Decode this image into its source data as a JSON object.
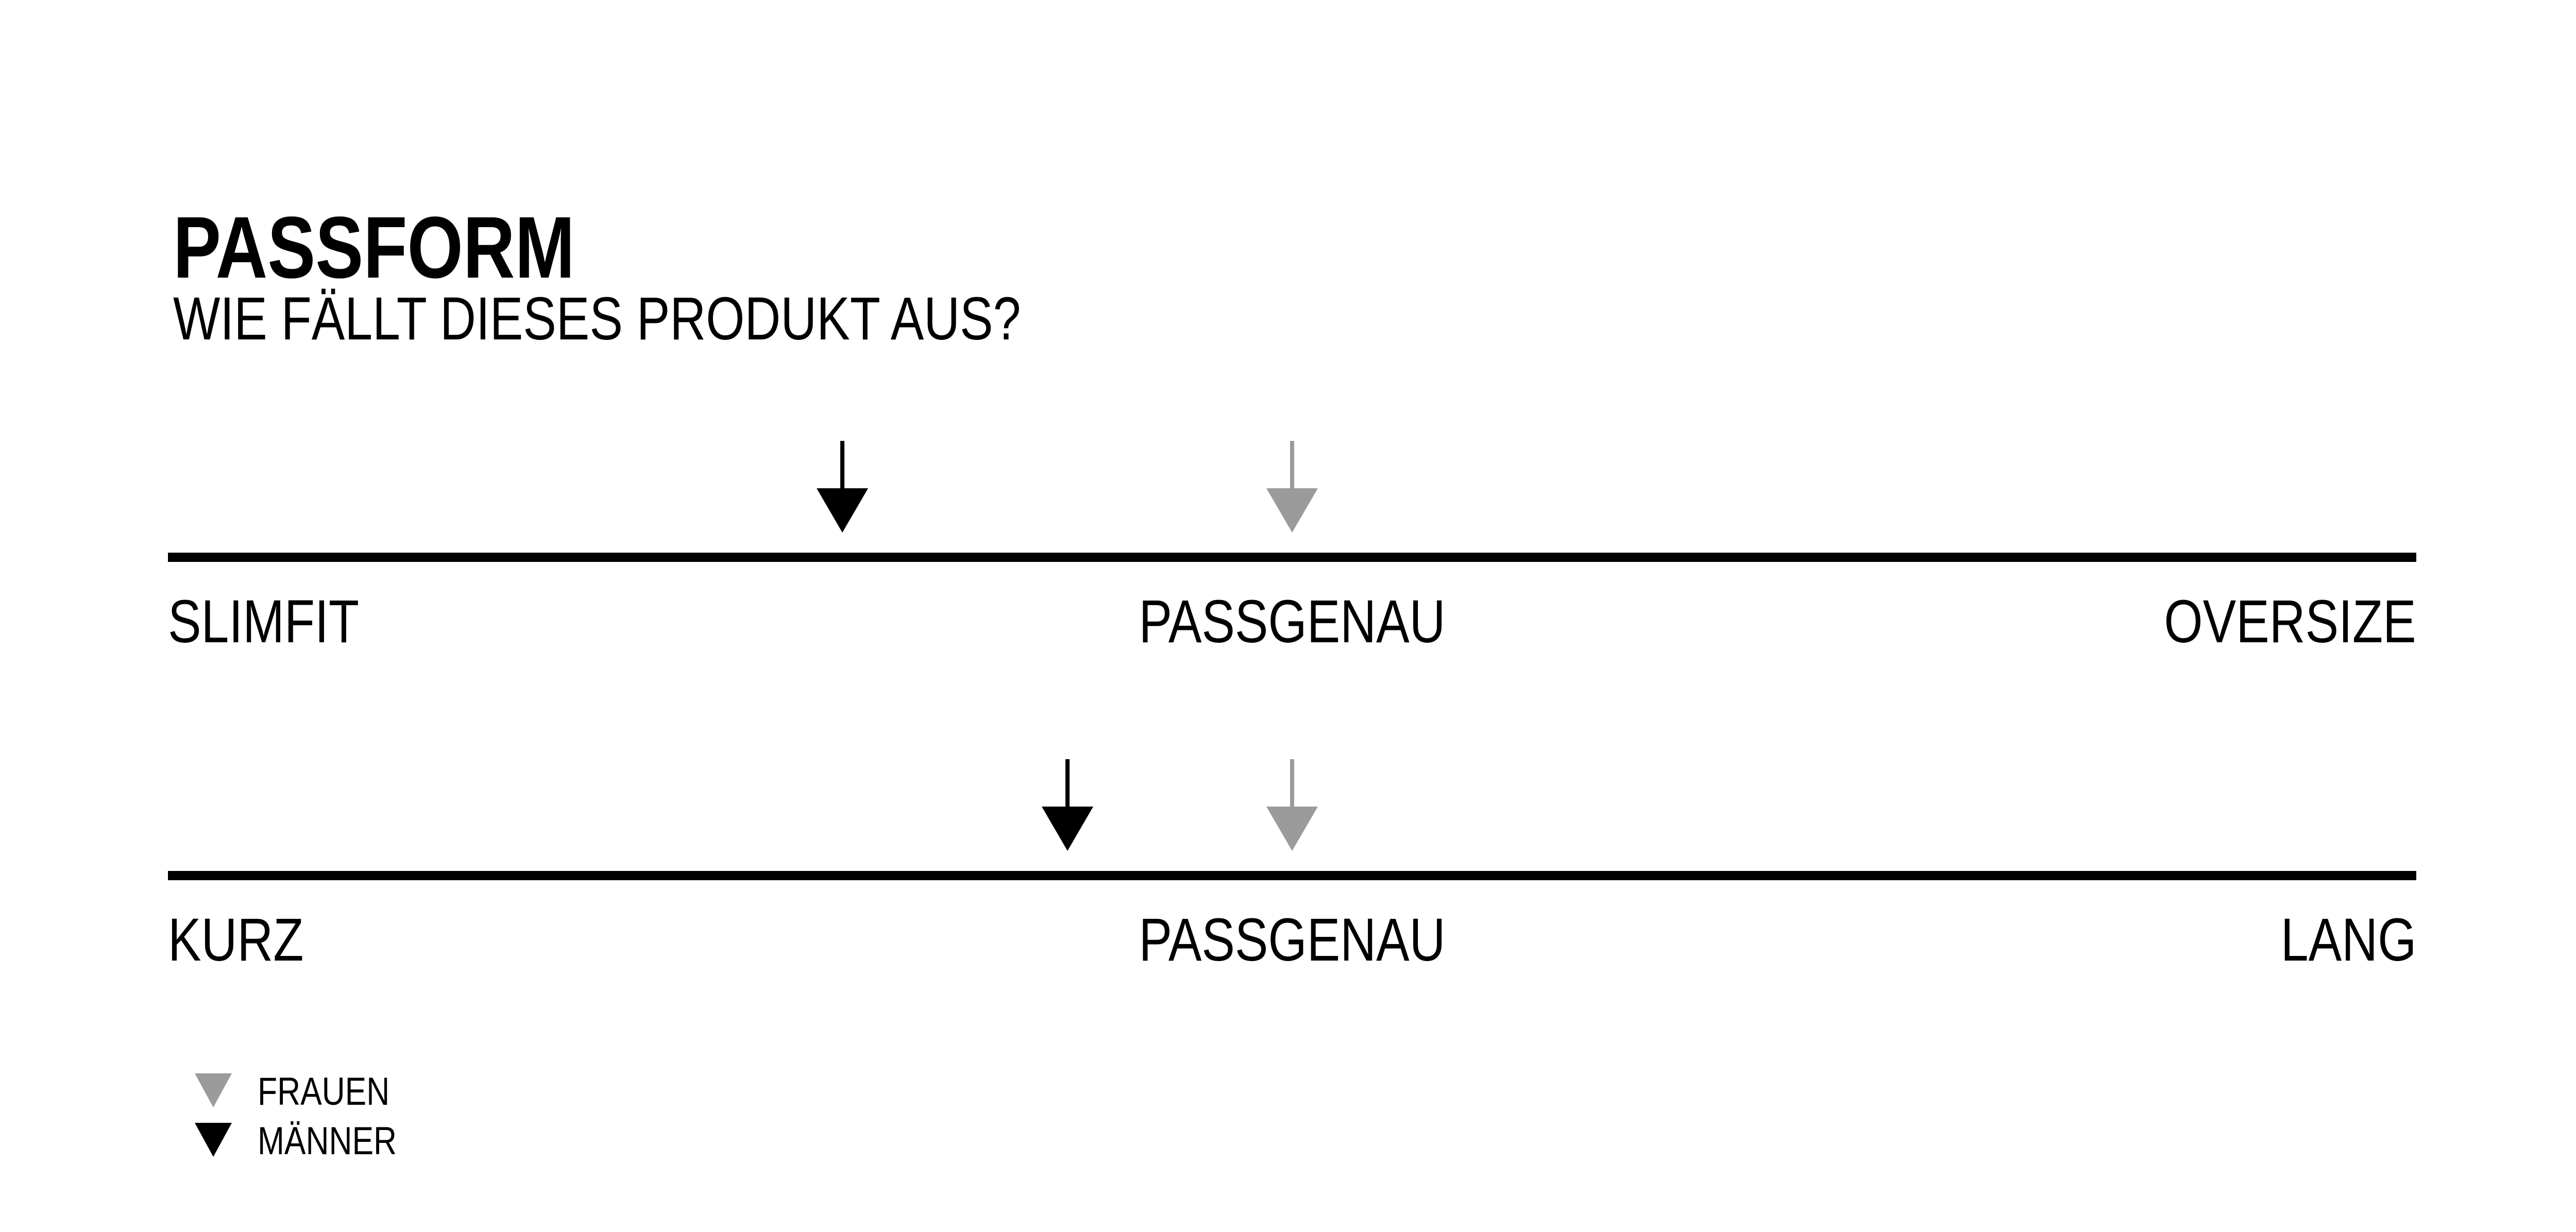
{
  "page": {
    "background": "#ffffff",
    "text_color": "#000000"
  },
  "chart_data": {
    "type": "linear-scale",
    "title": "PASSFORM",
    "subtitle": "WIE FÄLLT DIESES PRODUKT AUS?",
    "grid": false,
    "legend_position": "bottom-left",
    "scales": [
      {
        "name": "fit-width",
        "labels": {
          "left": "SLIMFIT",
          "center": "PASSGENAU",
          "right": "OVERSIZE"
        },
        "markers": [
          {
            "series": "MÄNNER",
            "color": "#000000",
            "position_pct": 30
          },
          {
            "series": "FRAUEN",
            "color": "#9b9b9b",
            "position_pct": 50
          }
        ]
      },
      {
        "name": "fit-length",
        "labels": {
          "left": "KURZ",
          "center": "PASSGENAU",
          "right": "LANG"
        },
        "markers": [
          {
            "series": "MÄNNER",
            "color": "#000000",
            "position_pct": 40
          },
          {
            "series": "FRAUEN",
            "color": "#9b9b9b",
            "position_pct": 50
          }
        ]
      }
    ],
    "legend": [
      {
        "label": "FRAUEN",
        "color": "#9b9b9b",
        "marker": "down-triangle"
      },
      {
        "label": "MÄNNER",
        "color": "#000000",
        "marker": "down-triangle"
      }
    ]
  }
}
